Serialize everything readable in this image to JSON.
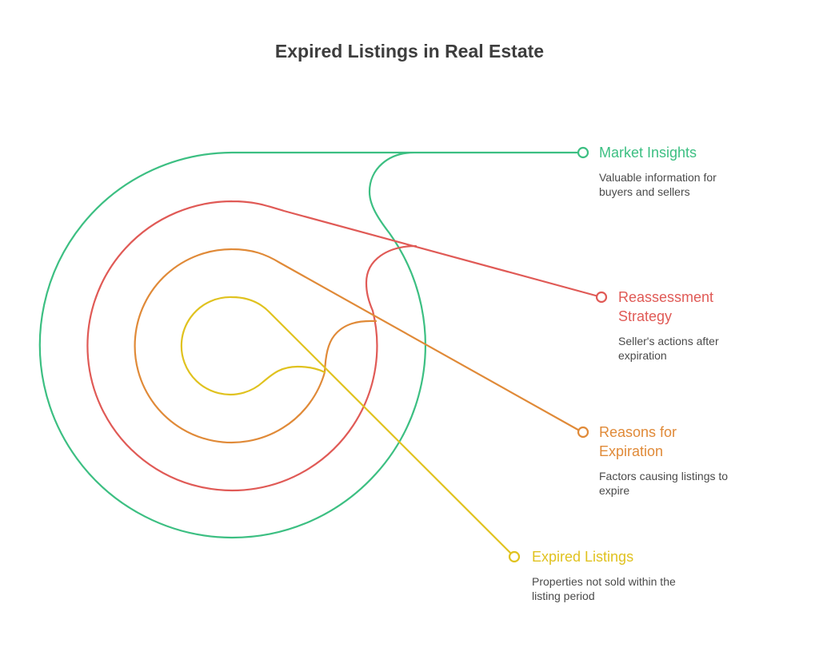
{
  "title": "Expired Listings in Real Estate",
  "colors": {
    "market": "#3cbf82",
    "reassessment": "#e05a56",
    "reasons": "#e08a38",
    "expired": "#e0c21f"
  },
  "items": {
    "market": {
      "title": "Market Insights",
      "description": "Valuable information for\nbuyers and sellers"
    },
    "reassessment": {
      "title": "Reassessment\nStrategy",
      "description": "Seller's actions after\nexpiration"
    },
    "reasons": {
      "title": "Reasons for\nExpiration",
      "description": "Factors causing listings to\nexpire"
    },
    "expired": {
      "title": "Expired Listings",
      "description": "Properties not sold within the\nlisting period"
    }
  }
}
